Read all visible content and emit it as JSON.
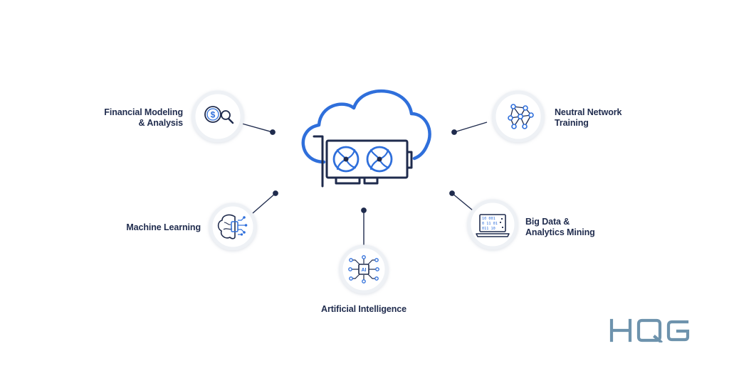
{
  "diagram": {
    "nodes": {
      "financial": {
        "line1": "Financial Modeling",
        "line2": "& Analysis",
        "icon": "dollar-magnifier-icon"
      },
      "neural": {
        "line1": "Neutral Network",
        "line2": "Training",
        "icon": "neural-network-icon"
      },
      "ml": {
        "line1": "Machine Learning",
        "icon": "brain-circuit-icon"
      },
      "bigdata": {
        "line1": "Big Data &",
        "line2": "Analytics Mining",
        "icon": "laptop-binary-icon"
      },
      "ai": {
        "line1": "Artificial Intelligence",
        "icon": "ai-chip-icon"
      }
    },
    "center_icon": "cloud-gpu-icon"
  },
  "brand": {
    "logo_text": "HQG",
    "logo_color": "#6e93ad"
  },
  "colors": {
    "accent": "#2f6fdb",
    "dark": "#1f2b4d",
    "ring": "#e9edf3"
  }
}
